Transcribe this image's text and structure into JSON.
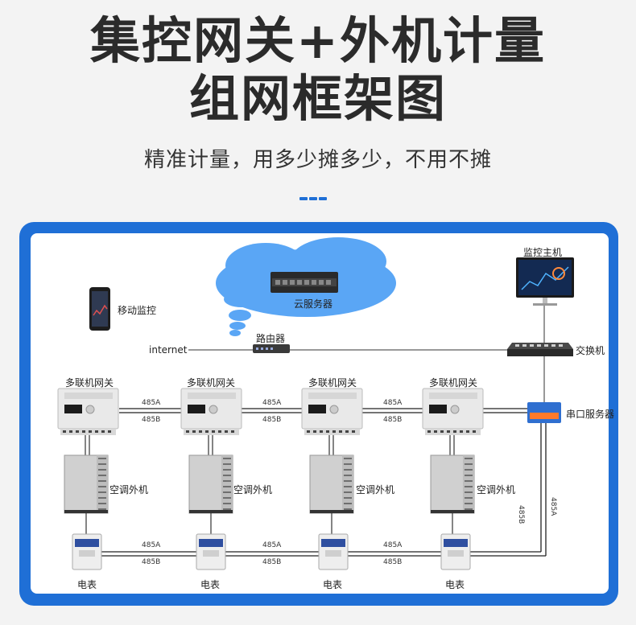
{
  "header": {
    "title_line1": "集控网关+外机计量",
    "title_line2": "组网框架图",
    "subtitle": "精准计量，用多少摊多少，不用不摊"
  },
  "diagram": {
    "cloud_label": "云服务器",
    "mobile_label": "移动监控",
    "router_label": "路由器",
    "internet_label": "internet",
    "monitor_label": "监控主机",
    "switch_label": "交换机",
    "serial_label": "串口服务器",
    "gateways": [
      "多联机网关",
      "多联机网关",
      "多联机网关",
      "多联机网关"
    ],
    "units": [
      "空调外机",
      "空调外机",
      "空调外机",
      "空调外机"
    ],
    "meters": [
      "电表",
      "电表",
      "电表",
      "电表"
    ],
    "bus_a": "485A",
    "bus_b": "485B",
    "vertical_a": "485A",
    "vertical_b": "485B"
  },
  "colors": {
    "accent": "#1f6fd6",
    "cloud": "#5aa6f5",
    "title": "#2b2b2b"
  }
}
